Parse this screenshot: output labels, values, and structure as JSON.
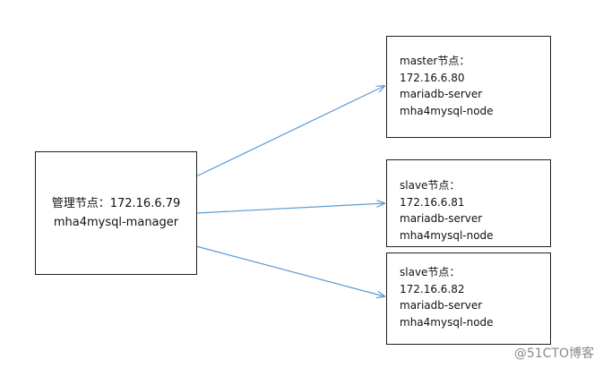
{
  "manager": {
    "role_line": "管理节点：172.16.6.79",
    "software": "mha4mysql-manager"
  },
  "nodes": [
    {
      "role": "master节点：",
      "ip": "172.16.6.80",
      "server": "mariadb-server",
      "agent": "mha4mysql-node"
    },
    {
      "role": "slave节点：",
      "ip": "172.16.6.81",
      "server": "mariadb-server",
      "agent": "mha4mysql-node"
    },
    {
      "role": "slave节点：",
      "ip": "172.16.6.82",
      "server": "mariadb-server",
      "agent": "mha4mysql-node"
    }
  ],
  "watermark": "@51CTO博客",
  "colors": {
    "arrow": "#5b9bd5",
    "box_border": "#1f1f1f",
    "watermark": "#8a8a8a"
  }
}
